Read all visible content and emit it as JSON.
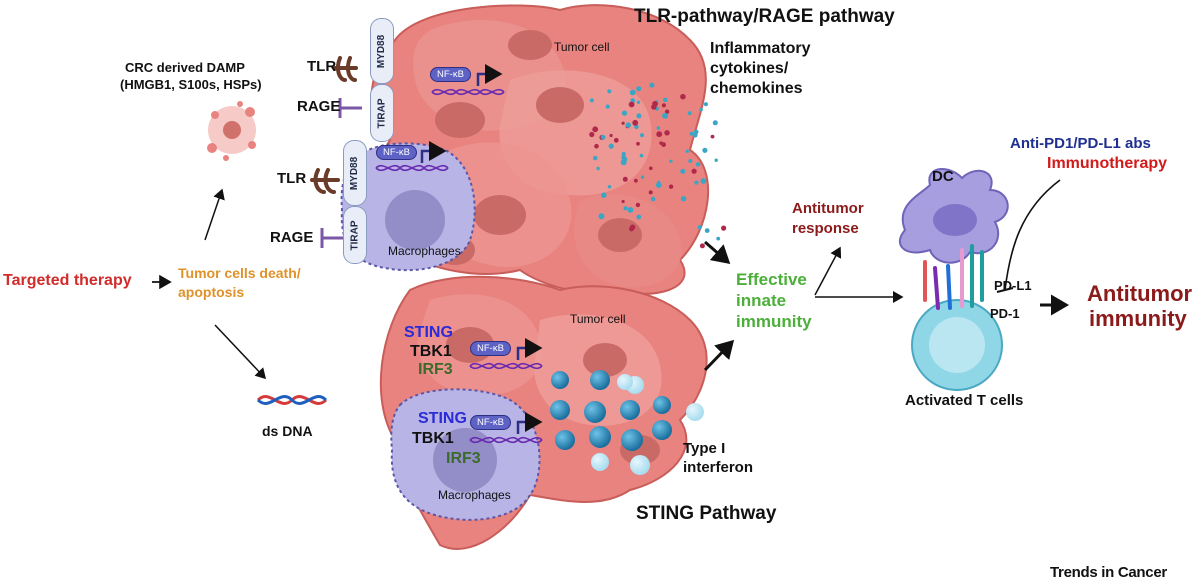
{
  "headers": {
    "tlr_rage_pathway": "TLR-pathway/RAGE pathway",
    "sting_pathway": "STING Pathway"
  },
  "left": {
    "damp_title": "CRC derived DAMP",
    "damp_list": "(HMGB1, S100s, HSPs)",
    "targeted_therapy": "Targeted therapy",
    "cell_death_line1": "Tumor cells death/",
    "cell_death_line2": "apoptosis",
    "ds_dna": "ds DNA"
  },
  "receptors": {
    "tlr": "TLR",
    "rage": "RAGE",
    "myd88": "MYD88",
    "tirap": "TIRAP",
    "nfkb": "NF-κB"
  },
  "cells": {
    "tumor_cell": "Tumor cell",
    "macrophages": "Macrophages"
  },
  "cytokines": {
    "line1": "Inflammatory",
    "line2": "cytokines/",
    "line3": "chemokines"
  },
  "sting_block": {
    "sting": "STING",
    "tbk1": "TBK1",
    "irf3": "IRF3"
  },
  "interferon": {
    "line1": "Type I",
    "line2": "interferon"
  },
  "center": {
    "effective_line1": "Effective",
    "effective_line2": "innate",
    "effective_line3": "immunity",
    "antitumor_response_line1": "Antitumor",
    "antitumor_response_line2": "response"
  },
  "right": {
    "anti_pd1": "Anti-PD1/PD-L1 abs",
    "immunotherapy": "Immunotherapy",
    "dc": "DC",
    "pdl1": "PD-L1",
    "pd1": "PD-1",
    "activated_t_cells": "Activated T cells",
    "antitumor_immunity_line1": "Antitumor",
    "antitumor_immunity_line2": "immunity"
  },
  "journal": "Trends in Cancer",
  "colors": {
    "targeted_therapy": "#d22b2b",
    "cell_death": "#e0922a",
    "effective_immunity": "#4caf3a",
    "antitumor_red": "#8b1a1a",
    "sting_blue": "#2a2ad8",
    "irf3_green": "#3b6b2a",
    "anti_pd1_blue": "#1f2f8f",
    "immunotherapy_red": "#d11a1a",
    "tumor_pink": "#e8837f",
    "macrophage_lilac": "#b8b4e6",
    "dc_purple": "#a79ee0",
    "t_cell_cyan": "#8fd6e6"
  }
}
